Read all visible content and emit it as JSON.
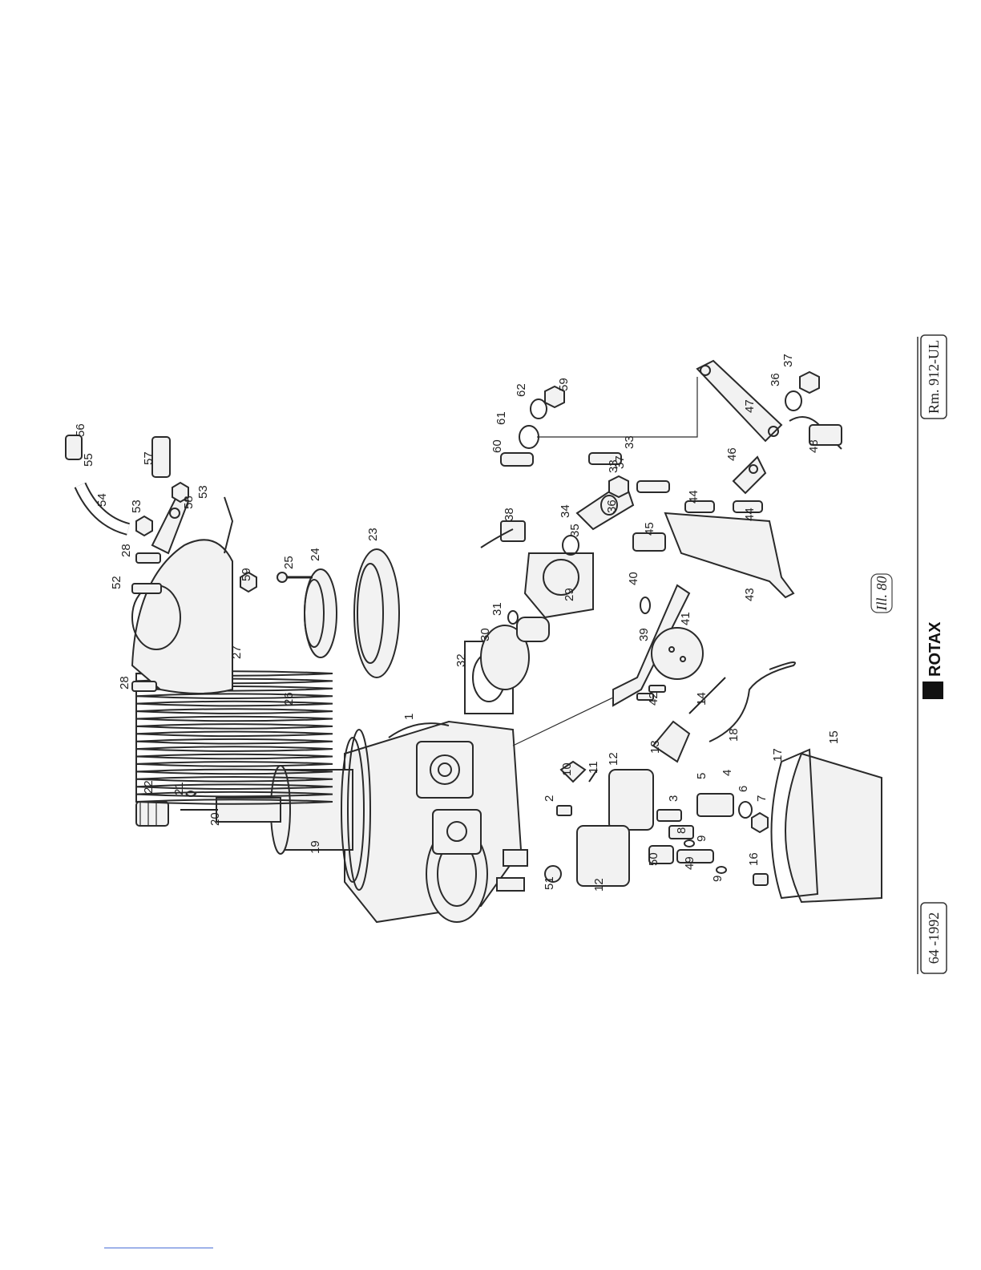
{
  "page": {
    "doc_code": "64 -1992",
    "illustration_label": "Ill. 80",
    "brand": "ROTAX",
    "reference": "Rm. 912-UL"
  },
  "part_numbers": [
    "1",
    "2",
    "3",
    "4",
    "5",
    "6",
    "7",
    "8",
    "9",
    "10",
    "11",
    "12",
    "13",
    "14",
    "15",
    "16",
    "17",
    "18",
    "19",
    "20",
    "21",
    "22",
    "23",
    "24",
    "25",
    "26",
    "27",
    "28",
    "29",
    "30",
    "31",
    "32",
    "33",
    "34",
    "35",
    "36",
    "37",
    "38",
    "39",
    "40",
    "41",
    "42",
    "43",
    "44",
    "45",
    "46",
    "47",
    "48",
    "49",
    "50",
    "51",
    "52",
    "53",
    "54",
    "55",
    "56",
    "57",
    "58",
    "59",
    "60",
    "61",
    "62"
  ]
}
